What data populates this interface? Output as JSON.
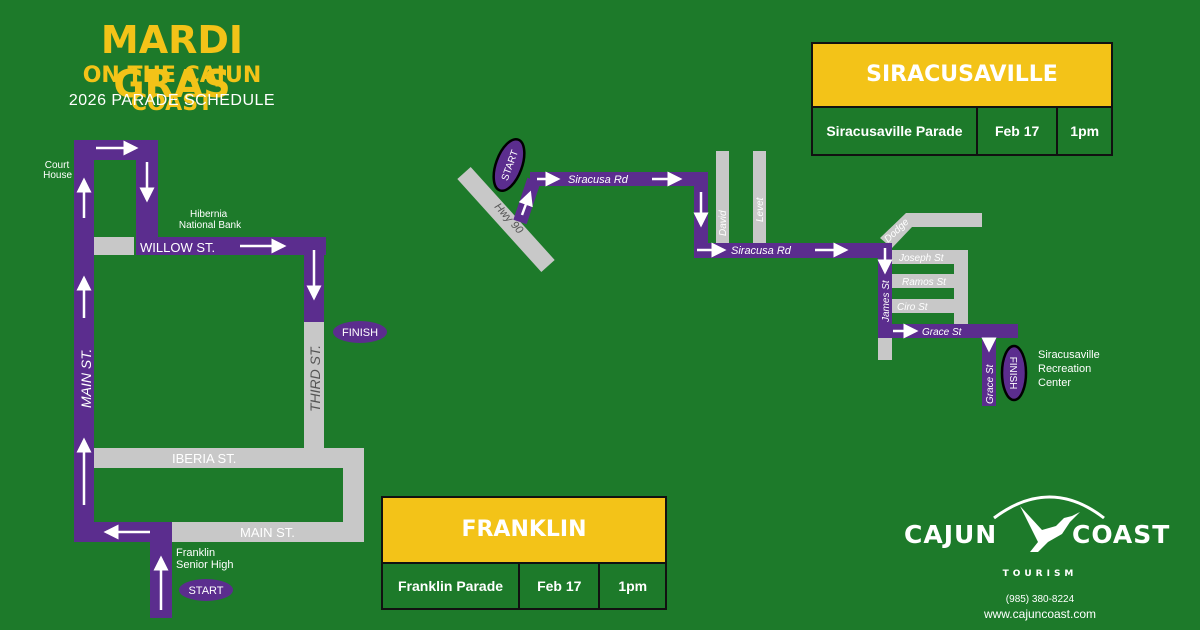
{
  "header": {
    "title": "MARDI GRAS",
    "subtitle": "ON THE CAJUN COAST",
    "schedule_label": "2026 PARADE SCHEDULE"
  },
  "franklin_map": {
    "streets": {
      "willow": "WILLOW ST.",
      "main_left": "MAIN ST.",
      "third": "THIRD ST.",
      "iberia": "IBERIA ST.",
      "main_bottom": "MAIN ST."
    },
    "landmarks": {
      "court_house": [
        "Court",
        "House"
      ],
      "hibernia": [
        "Hibernia",
        "National Bank"
      ],
      "senior_high": [
        "Franklin",
        "Senior High"
      ]
    },
    "start": "START",
    "finish": "FINISH"
  },
  "siracusaville_map": {
    "streets": {
      "hwy90": "Hwy 90",
      "siracusa_rd_1": "Siracusa Rd",
      "siracusa_rd_2": "Siracusa Rd",
      "david": "David",
      "levet": "Levet",
      "dodge": "Dodge",
      "joseph": "Joseph St",
      "ramos": "Ramos St",
      "ciro": "Ciro St",
      "james": "James St",
      "grace_h": "Grace St",
      "grace_v": "Grace St"
    },
    "landmarks": {
      "rec_center": [
        "Siracusaville",
        "Recreation",
        "Center"
      ]
    },
    "start": "START",
    "finish": "FINISH"
  },
  "schedules": {
    "siracusaville": {
      "town": "SIRACUSAVILLE",
      "parade": "Siracusaville Parade",
      "date": "Feb 17",
      "time": "1pm"
    },
    "franklin": {
      "town": "FRANKLIN",
      "parade": "Franklin Parade",
      "date": "Feb 17",
      "time": "1pm"
    }
  },
  "logo": {
    "left": "CAJUN",
    "right": "COAST",
    "sub": "TOURISM",
    "phone": "(985) 380-8224",
    "url": "www.cajuncoast.com"
  },
  "colors": {
    "background": "#1d7a2a",
    "route": "#5b2d8e",
    "street": "#c8c8c8",
    "accent": "#f3c318"
  }
}
